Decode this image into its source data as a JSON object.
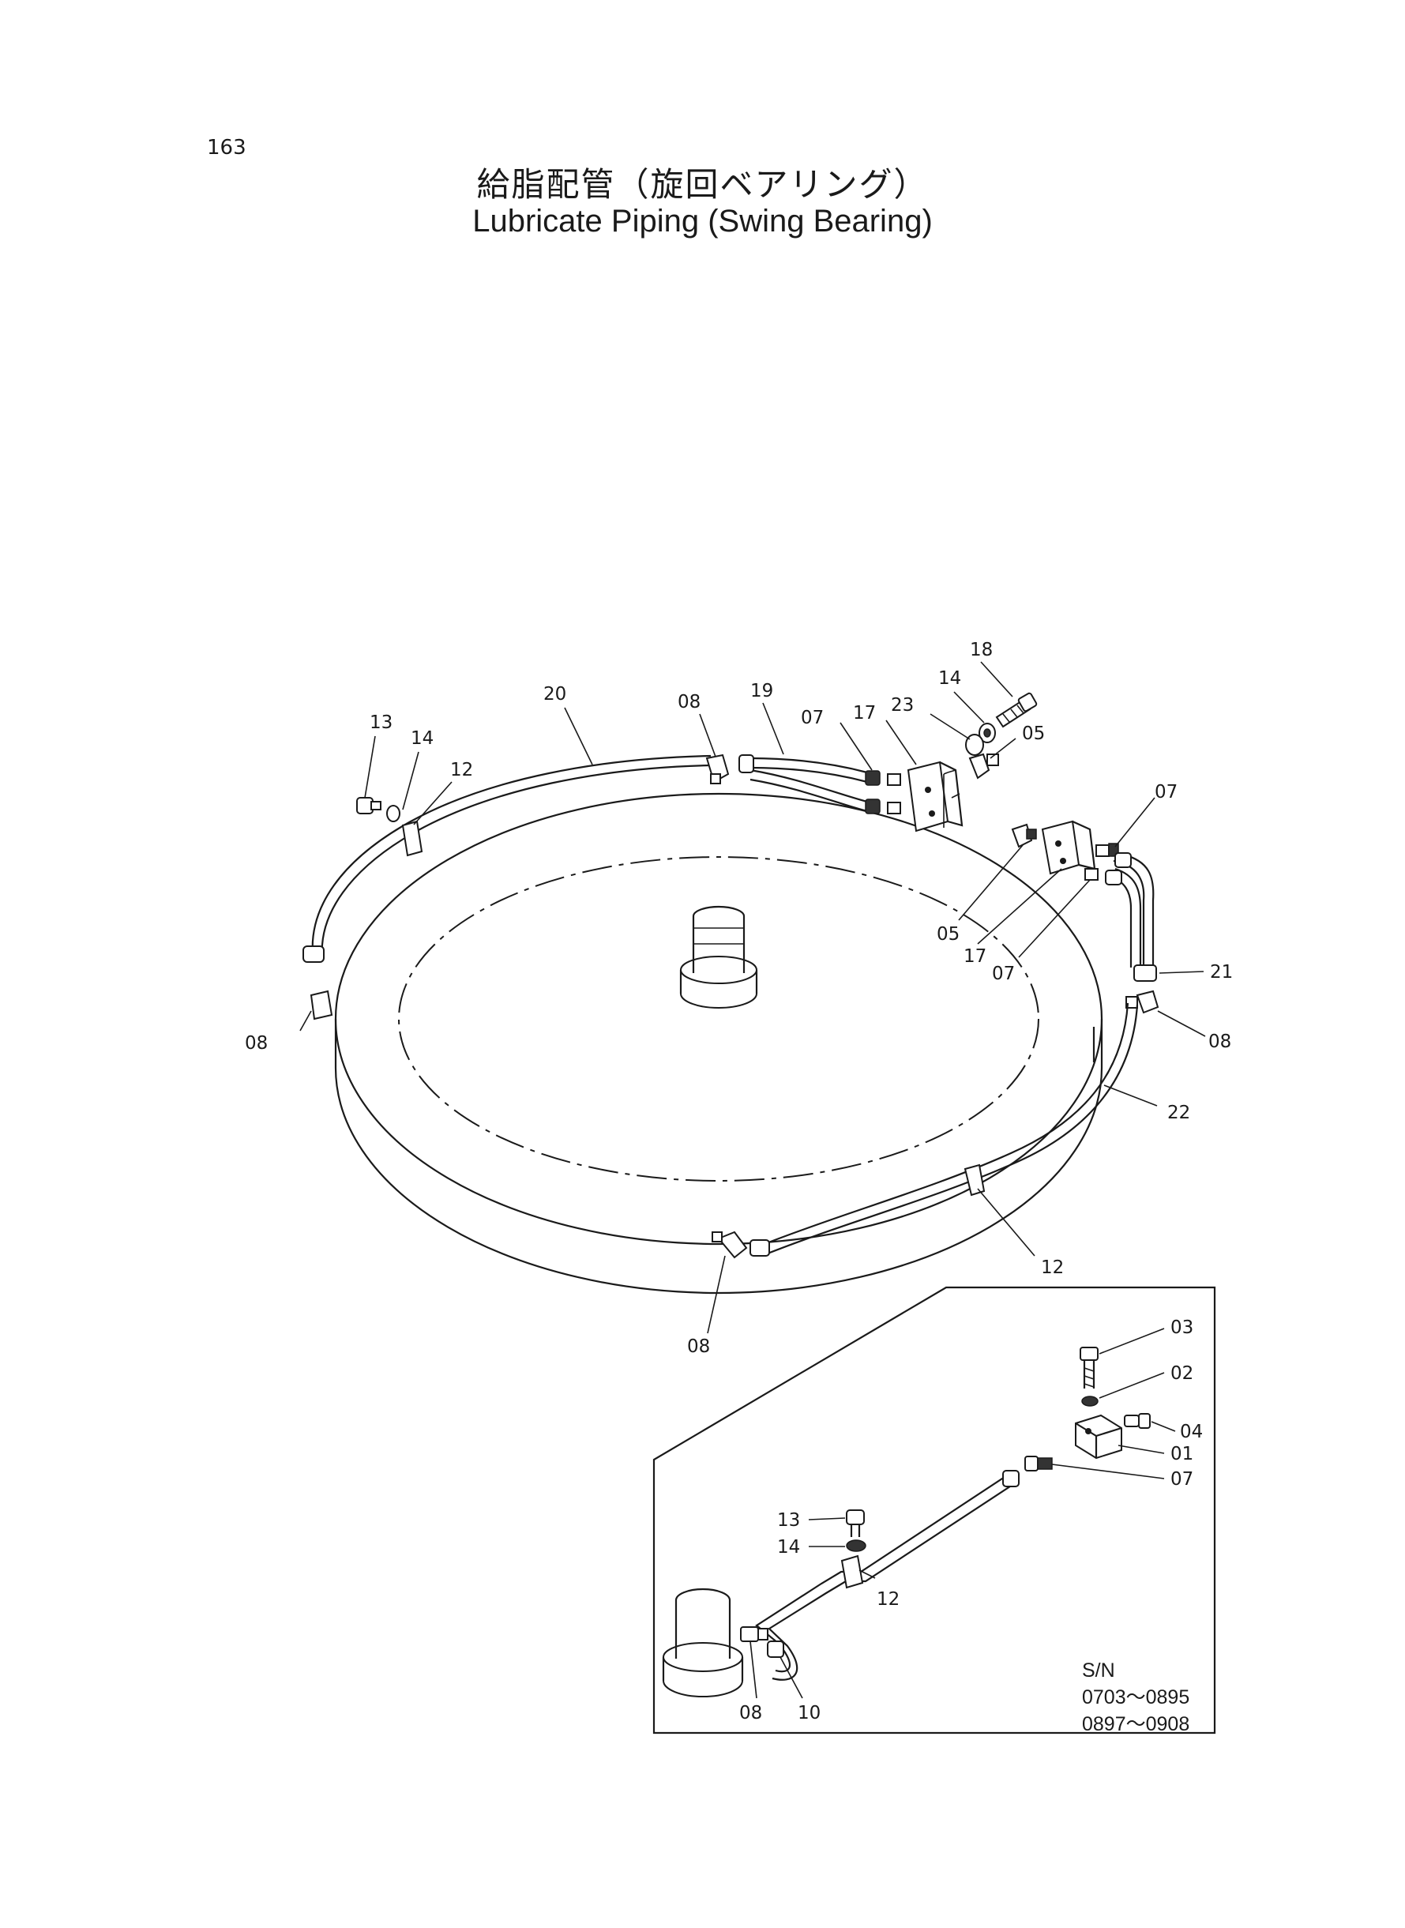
{
  "page_number": "163",
  "title_jp": "給脂配管（旋回ベアリング）",
  "title_en": "Lubricate Piping (Swing Bearing)",
  "main_callouts": [
    {
      "id": "c18",
      "text": "18"
    },
    {
      "id": "c14a",
      "text": "14"
    },
    {
      "id": "c23",
      "text": "23"
    },
    {
      "id": "c05a",
      "text": "05"
    },
    {
      "id": "c08a",
      "text": "08"
    },
    {
      "id": "c19",
      "text": "19"
    },
    {
      "id": "c07a",
      "text": "07"
    },
    {
      "id": "c17a",
      "text": "17"
    },
    {
      "id": "c20",
      "text": "20"
    },
    {
      "id": "c13",
      "text": "13"
    },
    {
      "id": "c14b",
      "text": "14"
    },
    {
      "id": "c12a",
      "text": "12"
    },
    {
      "id": "c07b",
      "text": "07"
    },
    {
      "id": "c05b",
      "text": "05"
    },
    {
      "id": "c17b",
      "text": "17"
    },
    {
      "id": "c07c",
      "text": "07"
    },
    {
      "id": "c21",
      "text": "21"
    },
    {
      "id": "c08b",
      "text": "08"
    },
    {
      "id": "c08c",
      "text": "08"
    },
    {
      "id": "c22",
      "text": "22"
    },
    {
      "id": "c12b",
      "text": "12"
    },
    {
      "id": "c08d",
      "text": "08"
    }
  ],
  "inset_callouts": [
    {
      "id": "i03",
      "text": "03"
    },
    {
      "id": "i02",
      "text": "02"
    },
    {
      "id": "i04",
      "text": "04"
    },
    {
      "id": "i01",
      "text": "01"
    },
    {
      "id": "i07",
      "text": "07"
    },
    {
      "id": "i13",
      "text": "13"
    },
    {
      "id": "i14",
      "text": "14"
    },
    {
      "id": "i12",
      "text": "12"
    },
    {
      "id": "i08",
      "text": "08"
    },
    {
      "id": "i10",
      "text": "10"
    }
  ],
  "serial": {
    "label": "S/N",
    "ranges": [
      "0703～0895",
      "0897～0908"
    ]
  }
}
